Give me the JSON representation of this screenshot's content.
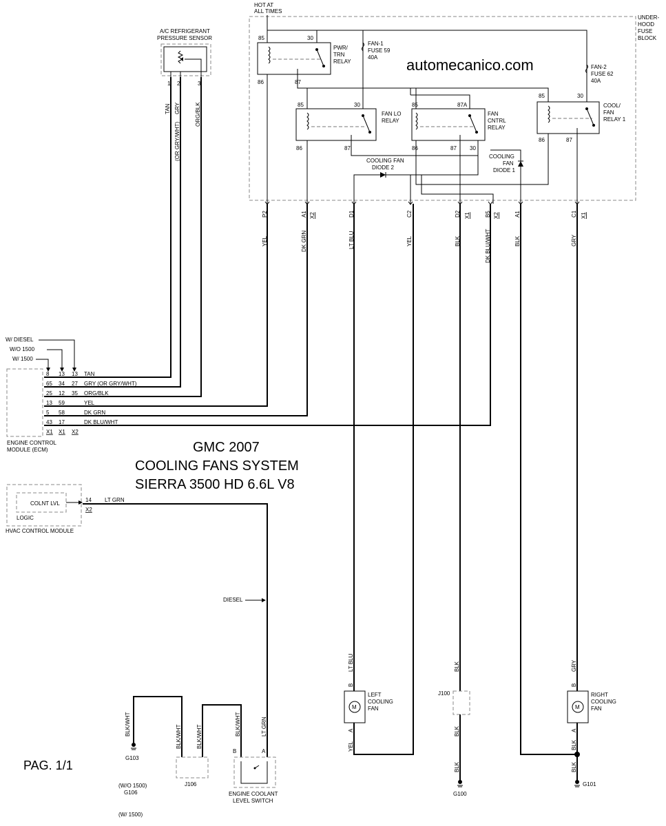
{
  "watermark": "automecanico.com",
  "title": {
    "line1": "GMC 2007",
    "line2": "COOLING FANS SYSTEM",
    "line3": "SIERRA 3500 HD 6.6L V8"
  },
  "page_label": "PAG. 1/1",
  "fuse_block": {
    "hot_line1": "HOT AT",
    "hot_line2": "ALL TIMES",
    "name_line1": "UNDER-",
    "name_line2": "HOOD",
    "name_line3": "FUSE",
    "name_line4": "BLOCK",
    "fan1_fuse": [
      "FAN-1",
      "FUSE 59",
      "40A"
    ],
    "fan2_fuse": [
      "FAN-2",
      "FUSE 62",
      "40A"
    ],
    "diode2": [
      "COOLING FAN",
      "DIODE 2"
    ],
    "diode1": [
      "COOLING",
      "FAN",
      "DIODE 1"
    ],
    "connectors": [
      "P2",
      "A1",
      "X2",
      "D1",
      "C2",
      "D2",
      "X1",
      "B5",
      "X2",
      "A1",
      "C1",
      "X1"
    ]
  },
  "relays": {
    "pwr_trn": {
      "label": [
        "PWR/",
        "TRN",
        "RELAY"
      ],
      "pins": [
        "85",
        "30",
        "86",
        "87"
      ]
    },
    "fan_lo": {
      "label": [
        "FAN LO",
        "RELAY"
      ],
      "pins": [
        "85",
        "30",
        "86",
        "87"
      ]
    },
    "fan_cntrl": {
      "label": [
        "FAN",
        "CNTRL",
        "RELAY"
      ],
      "pins": [
        "85",
        "87A",
        "86",
        "87",
        "30"
      ]
    },
    "cool_fan_1": {
      "label": [
        "COOL/",
        "FAN",
        "RELAY 1"
      ],
      "pins": [
        "85",
        "30",
        "86",
        "87"
      ]
    }
  },
  "wire_colors_top": [
    "YEL",
    "DK GRN",
    "LT BLU",
    "YEL",
    "BLK",
    "DK BLU/WHT",
    "BLK",
    "GRY"
  ],
  "sensor": {
    "label1": "A/C REFRIGERANT",
    "label2": "PRESSURE SENSOR",
    "pins": [
      "1",
      "2",
      "3"
    ],
    "wires": [
      "TAN",
      "GRY",
      "(OR GRY/WHT)",
      "ORG/BLK"
    ]
  },
  "ecm": {
    "variants": [
      "W/ DIESEL",
      "W/O 1500",
      "W/ 1500"
    ],
    "rows": [
      [
        "8",
        "13",
        "13",
        "TAN"
      ],
      [
        "65",
        "34",
        "27",
        "GRY  (OR GRY/WHT)"
      ],
      [
        "25",
        "12",
        "35",
        "ORG/BLK"
      ],
      [
        "13",
        "59",
        "",
        "YEL"
      ],
      [
        "5",
        "58",
        "",
        "DK GRN"
      ],
      [
        "43",
        "17",
        "",
        "DK BLU/WHT"
      ]
    ],
    "connectors": [
      "X1",
      "X1",
      "X2"
    ],
    "label1": "ENGINE CONTROL",
    "label2": "MODULE (ECM)"
  },
  "hvac": {
    "inner": "COLNT LVL",
    "logic": "LOGIC",
    "label": "HVAC CONTROL MODULE",
    "pin": "14",
    "wire": "LT GRN",
    "connector": "X2"
  },
  "diesel_label": "DIESEL",
  "left_fan": {
    "label": [
      "LEFT",
      "COOLING",
      "FAN"
    ],
    "wire_top": "LT BLU",
    "wire_bottom": "YEL",
    "pin_b": "B",
    "pin_a": "A",
    "motor": "M"
  },
  "right_fan": {
    "label": [
      "RIGHT",
      "COOLING",
      "FAN"
    ],
    "wire_top": "GRY",
    "wire_bottom": "BLK",
    "pin_b": "B",
    "pin_a": "A",
    "motor": "M"
  },
  "splices": {
    "j100": "J100",
    "j106": "J106"
  },
  "grounds": {
    "g100": "G100",
    "g101": "G101",
    "g103": "G103",
    "g106_a": "(W/O 1500)",
    "g106_b": "G106",
    "g106_c": "(W/ 1500)"
  },
  "lower_wires": {
    "blk": "BLK",
    "blk_wht": "BLK/WHT",
    "lt_grn": "LT GRN"
  },
  "coolant_switch": {
    "label1": "ENGINE COOLANT",
    "label2": "LEVEL SWITCH",
    "pin_b": "B",
    "pin_a": "A"
  }
}
